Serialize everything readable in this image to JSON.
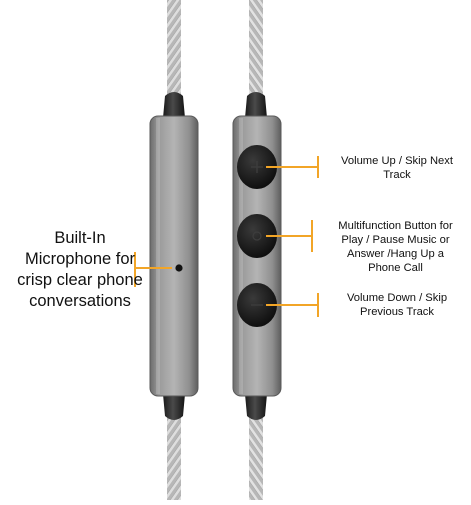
{
  "callouts": {
    "microphone": "Built-In\nMicrophone for\ncrisp clear phone\nconversations",
    "volume_up": "Volume Up / Skip Next\nTrack",
    "multifunction": "Multifunction Button for\nPlay / Pause Music or\nAnswer /Hang Up a\nPhone Call",
    "volume_down": "Volume Down / Skip\nPrevious Track"
  },
  "colors": {
    "callout_line": "#f2a527",
    "background": "#ffffff",
    "label_text": "#111111",
    "housing": "#8e8e8e",
    "button": "#161616"
  },
  "icons": {
    "microphone_hole": "mic-hole-icon",
    "volume_up": "plus-icon",
    "multifunction": "circle-icon",
    "volume_down": "minus-icon"
  }
}
